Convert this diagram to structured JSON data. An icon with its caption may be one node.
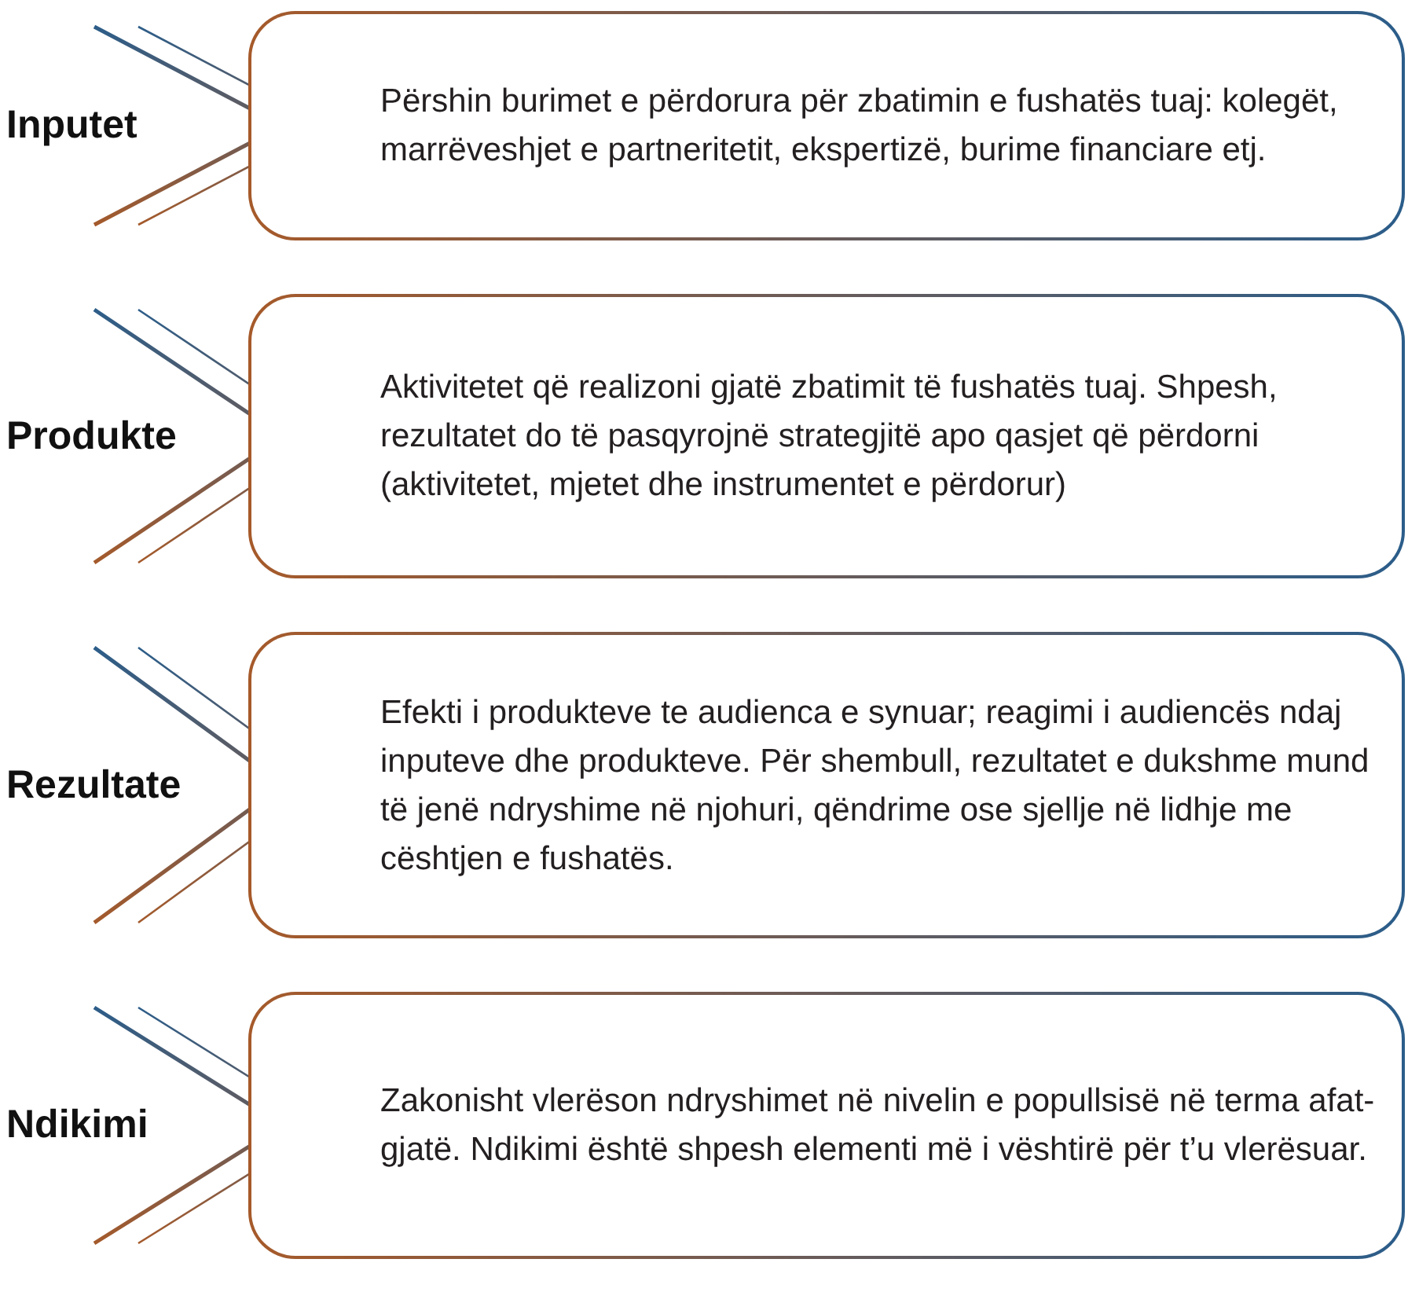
{
  "diagram": {
    "nodes": [
      {
        "text": [
          "Inputet",
          "Përshin burimet e përdorura për zbatimin e fushatës tuaj: kolegët, marrëveshjet e partneritetit, ekspertizë, burime financiare etj."
        ]
      },
      {
        "text": [
          "Produkte",
          "Aktivitetet që realizoni gjatë zbatimit të fushatës tuaj. Shpesh, rezultatet do të pasqyrojnë strategjitë apo qasjet që përdorni (aktivitetet, mjetet dhe instrumentet e përdorur)"
        ]
      },
      {
        "text": [
          "Rezultate",
          "Efekti i produkteve te audienca e synuar; reagimi i audiencës ndaj inputeve dhe produkteve. Për shembull, rezultatet e dukshme mund të jenë ndryshime në njohuri, qëndrime ose sjellje në lidhje me cështjen e fushatës."
        ]
      },
      {
        "text": [
          "Ndikimi",
          "Zakonisht vlerëson ndryshimet në nivelin e popullsisë në terma afat-gjatë. Ndikimi është shpesh elementi më i vështirë për t’u vlerësuar."
        ]
      }
    ]
  }
}
